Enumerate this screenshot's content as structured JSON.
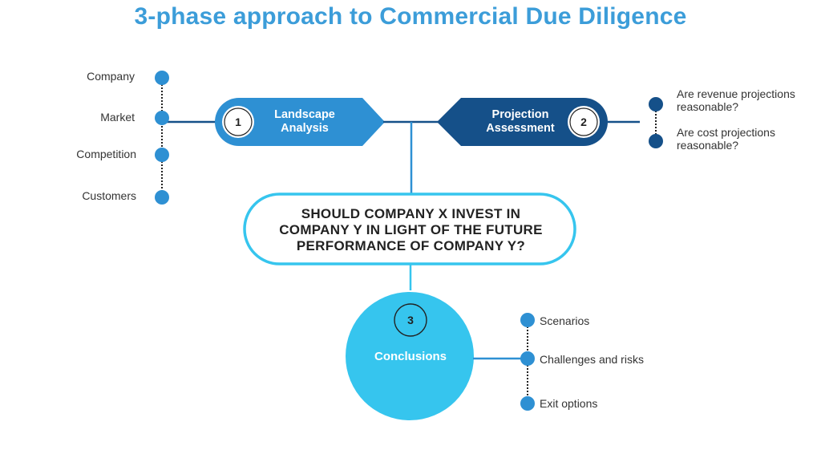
{
  "title": "3-phase approach to Commercial Due Diligence",
  "colors": {
    "title": "#3c9dd9",
    "phase1": "#2e90d3",
    "phase2": "#155089",
    "phase3": "#36c5ee",
    "question_border": "#36c5ee"
  },
  "phase1": {
    "number": "1",
    "label_line1": "Landscape",
    "label_line2": "Analysis",
    "items": [
      "Company",
      "Market",
      "Competition",
      "Customers"
    ]
  },
  "phase2": {
    "number": "2",
    "label_line1": "Projection",
    "label_line2": "Assessment",
    "items": [
      {
        "line1": "Are revenue projections",
        "line2": "reasonable?"
      },
      {
        "line1": "Are cost projections",
        "line2": "reasonable?"
      }
    ]
  },
  "question": {
    "line1": "SHOULD COMPANY X INVEST IN",
    "line2": "COMPANY Y IN LIGHT OF THE FUTURE",
    "line3": "PERFORMANCE OF COMPANY Y?"
  },
  "phase3": {
    "number": "3",
    "label": "Conclusions",
    "items": [
      "Scenarios",
      "Challenges and risks",
      "Exit options"
    ]
  }
}
